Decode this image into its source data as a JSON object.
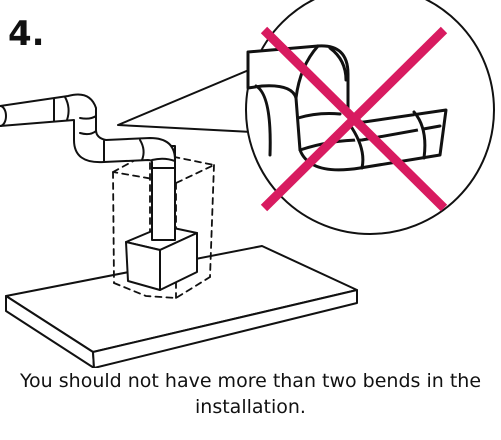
{
  "step": {
    "number": "4."
  },
  "caption": {
    "line1": "You should not have more than two bends in the",
    "line2": "installation."
  },
  "colors": {
    "ink": "#111111",
    "cross": "#d81b60",
    "background": "#ffffff"
  },
  "icons": [
    "incorrect-cross-icon",
    "magnifier-callout"
  ]
}
